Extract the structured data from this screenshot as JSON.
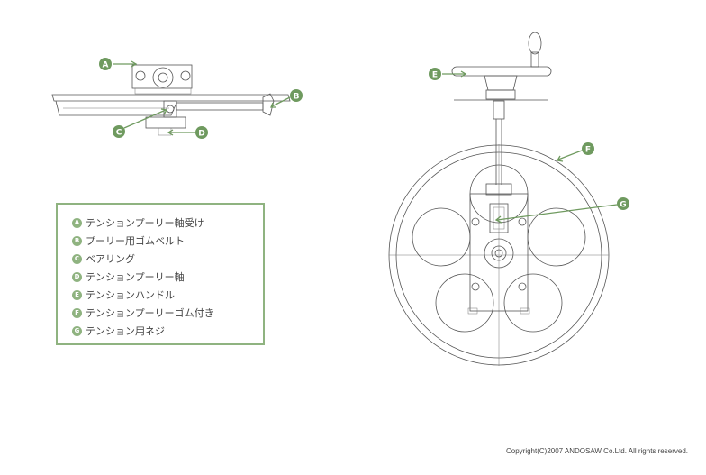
{
  "callouts": {
    "a": "A",
    "b": "B",
    "c": "C",
    "d": "D",
    "e": "E",
    "f": "F",
    "g": "G"
  },
  "legend": {
    "items": [
      {
        "letter": "A",
        "label": "テンションプーリー軸受け"
      },
      {
        "letter": "B",
        "label": "プーリー用ゴムベルト"
      },
      {
        "letter": "C",
        "label": "ベアリング"
      },
      {
        "letter": "D",
        "label": "テンションプーリー軸"
      },
      {
        "letter": "E",
        "label": "テンションハンドル"
      },
      {
        "letter": "F",
        "label": "テンションプーリーゴム付き"
      },
      {
        "letter": "G",
        "label": "テンション用ネジ"
      }
    ]
  },
  "footer": {
    "copyright": "Copyright(C)2007 ANDOSAW Co.Ltd. All rights reserved."
  },
  "colors": {
    "accent": "#8fb380",
    "callout": "#6f9a5f",
    "line": "#555555"
  }
}
